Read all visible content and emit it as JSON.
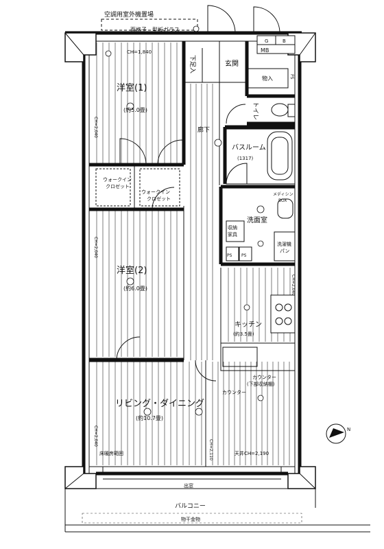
{
  "top_labels": {
    "ac_outdoor": "空調用室外機置場",
    "lattice_glass": "面格子　型板ガラス"
  },
  "rooms": {
    "western1": {
      "name": "洋室(1)",
      "size": "(約5.0畳)",
      "ceiling": "CH=1,840",
      "wall_ch": "CH=2,040"
    },
    "walkin1": {
      "name": "ウォークイン\nクロゼット"
    },
    "walkin2": {
      "name": "ウォークイン\nクロゼット"
    },
    "western2": {
      "name": "洋室(2)",
      "size": "(約6.0畳)",
      "wall_ch": "CH=2,040"
    },
    "living": {
      "name": "リビング・ダイニング",
      "size": "(約10.7畳)",
      "wall_ch": "CH=2,040",
      "floor_heating": "床暖房範囲"
    },
    "kitchen": {
      "name": "キッチン",
      "size": "(約3.5畳)",
      "wall_ch": "CH=2,040"
    },
    "bath": {
      "name": "バスルーム",
      "spec": "(1317)"
    },
    "washroom": {
      "name": "洗面室"
    },
    "toilet": {
      "name": "トイレ"
    },
    "entrance": {
      "name": "玄関"
    },
    "shoes_in": {
      "name": "下足入"
    },
    "hall": {
      "name": "廊下"
    },
    "storage": {
      "name": "物入"
    },
    "storage_furniture": {
      "name": "収納\n家具"
    },
    "washer_pan": {
      "name": "洗濯機\nパン"
    },
    "medicine": {
      "name": "メディシン\nBOX"
    },
    "counter1": {
      "name": "カウンター\n(下部収納棚)"
    },
    "counter2": {
      "name": "カウンター"
    },
    "balcony": {
      "name": "バルコニー"
    },
    "laundry": {
      "name": "物干金物"
    },
    "window": {
      "name": "出窓"
    },
    "ceiling_note": {
      "name": "天井CH=2,190"
    }
  },
  "utility_labels": {
    "mb": "MB",
    "g": "G",
    "b": "B",
    "ps_top": "PS",
    "ps_mid": "PS",
    "ps_mid2": "PS",
    "ch_right": "CH=2,110"
  },
  "icons": [
    "north-arrow-icon"
  ]
}
